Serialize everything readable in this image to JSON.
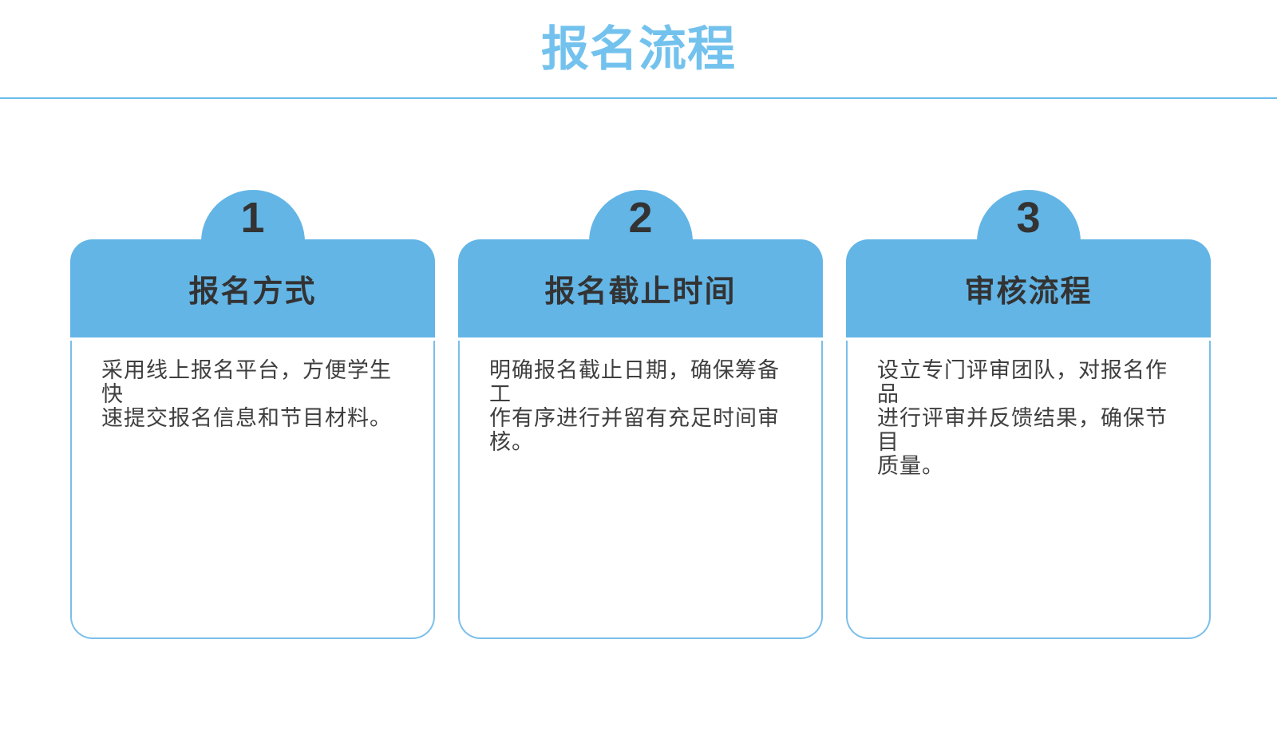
{
  "page": {
    "title": "报名流程"
  },
  "colors": {
    "accent_blue": "#63B5E6",
    "border_blue": "#7BBFE9",
    "divider_blue": "#6CBCEA",
    "title_blue": "#73C2EE",
    "heading_text": "#333333",
    "body_text": "#3F3F3F"
  },
  "steps": [
    {
      "number": "1",
      "title": "报名方式",
      "description": "采用线上报名平台，方便学生快\n速提交报名信息和节目材料。"
    },
    {
      "number": "2",
      "title": "报名截止时间",
      "description": "明确报名截止日期，确保筹备工\n作有序进行并留有充足时间审\n核。"
    },
    {
      "number": "3",
      "title": "审核流程",
      "description": "设立专门评审团队，对报名作品\n进行评审并反馈结果，确保节目\n质量。"
    }
  ]
}
